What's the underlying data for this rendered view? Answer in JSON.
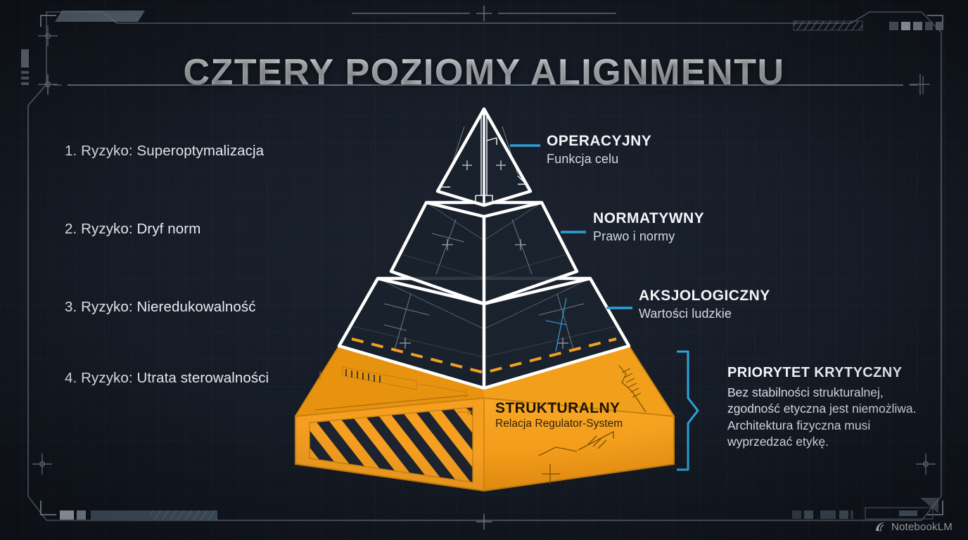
{
  "header": {
    "title": "CZTERY POZIOMY ALIGNMENTU"
  },
  "risks": [
    {
      "label": "1. Ryzyko: Superoptymalizacja"
    },
    {
      "label": "2. Ryzyko: Dryf norm"
    },
    {
      "label": "3. Ryzyko: Nieredukowalność"
    },
    {
      "label": "4. Ryzyko: Utrata sterowalności"
    }
  ],
  "levels": [
    {
      "title": "OPERACYJNY",
      "subtitle": "Funkcja celu"
    },
    {
      "title": "NORMATYWNY",
      "subtitle": "Prawo i normy"
    },
    {
      "title": "AKSJOLOGICZNY",
      "subtitle": "Wartości ludzkie"
    }
  ],
  "base": {
    "title": "STRUKTURALNY",
    "subtitle": "Relacja Regulator-System"
  },
  "critical": {
    "title": "PRIORYTET KRYTYCZNY",
    "body": "Bez stabilności strukturalnej, zgodność etyczna jest niemożliwa. Architektura fizyczna musi wyprzedzać etykę."
  },
  "watermark": {
    "label": "NotebookLM",
    "icon": "notebooklm-spiral-icon"
  },
  "colors": {
    "background": "#161c26",
    "panel": "#1b222e",
    "accent_blue": "#2e9fd4",
    "accent_orange": "#f59e20",
    "orange_dark": "#d8820d",
    "wireframe": "#ffffff",
    "text_primary": "#eef2f6",
    "text_secondary": "#d3d9e1",
    "frame_line": "#7e8c9c"
  },
  "pyramid": {
    "tiers": [
      {
        "name": "operacyjny-tier",
        "style": "wireframe"
      },
      {
        "name": "normatywny-tier",
        "style": "wireframe"
      },
      {
        "name": "aksjologiczny-tier",
        "style": "wireframe"
      },
      {
        "name": "strukturalny-base",
        "style": "solid-orange-hazard"
      }
    ]
  }
}
